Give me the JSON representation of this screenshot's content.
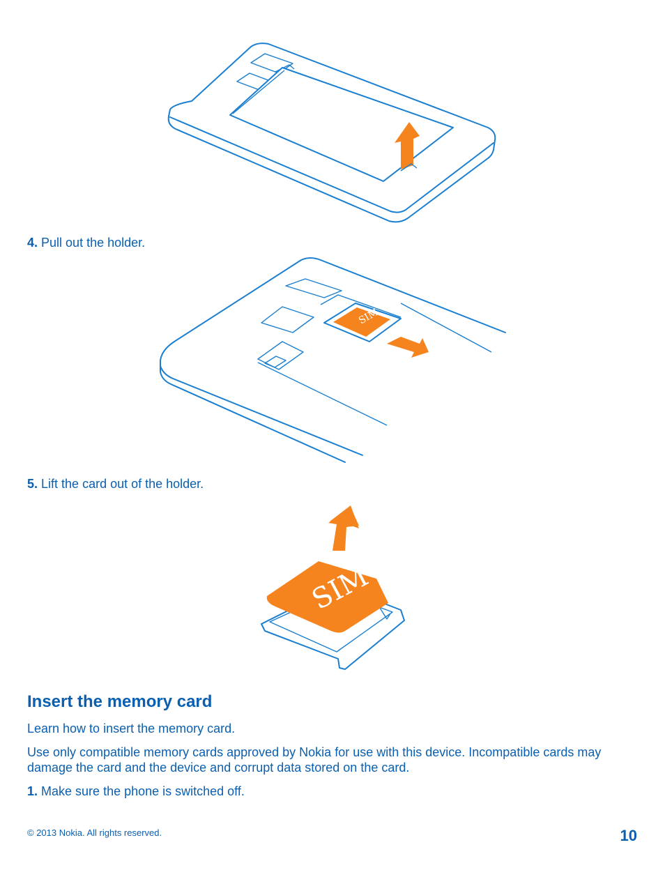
{
  "step4": {
    "num": "4.",
    "text": "Pull out the holder."
  },
  "step5": {
    "num": "5.",
    "text": "Lift the card out of the holder."
  },
  "section": {
    "heading": "Insert the memory card",
    "intro": "Learn how to insert the memory card.",
    "warning": "Use only compatible memory cards approved by Nokia for use with this device. Incompatible cards may damage the card and the device and corrupt data stored on the card."
  },
  "step1": {
    "num": "1.",
    "text": "Make sure the phone is switched off."
  },
  "footer": {
    "copyright": "© 2013 Nokia. All rights reserved.",
    "page": "10"
  },
  "illustrations": {
    "sim_label": "SIM",
    "accent_color": "#f5841f",
    "line_color": "#1a7fd1",
    "text_color": "#0b5fb0"
  }
}
